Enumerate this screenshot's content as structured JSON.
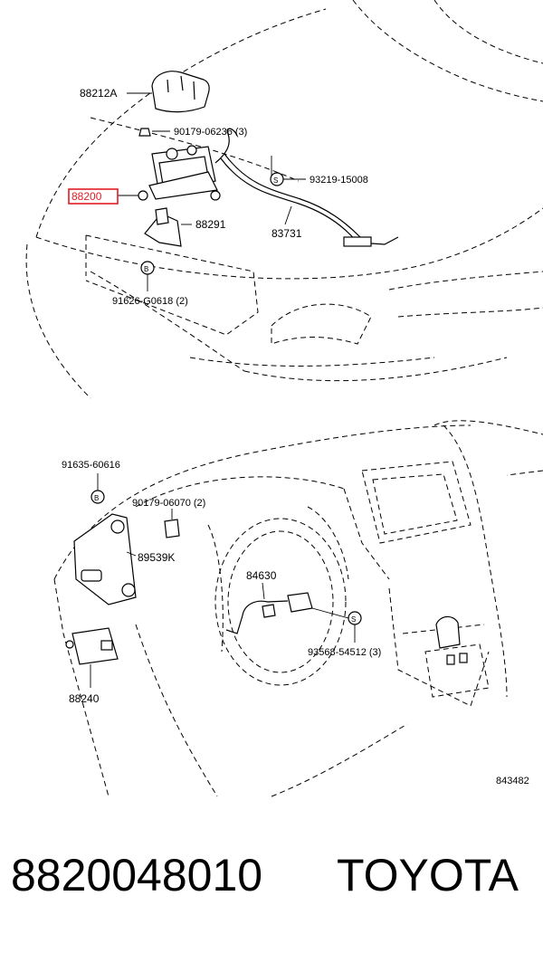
{
  "labels": {
    "p88212a": "88212A",
    "p90179_06236": "90179-06236 (3)",
    "p88200": "88200",
    "p93219": "93219-15008",
    "p88291": "88291",
    "p83731": "83731",
    "p91626": "91626-G0618 (2)",
    "p91635": "91635-60616",
    "p90179_06070": "90179-06070 (2)",
    "p89539k": "89539K",
    "p84630": "84630",
    "p93568": "93568-54512 (3)",
    "p88240": "88240",
    "ref": "843482"
  },
  "caption": {
    "part_number": "8820048010",
    "brand": "TOYOTA"
  },
  "colors": {
    "highlight": "#e31c23",
    "ink": "#000000"
  }
}
